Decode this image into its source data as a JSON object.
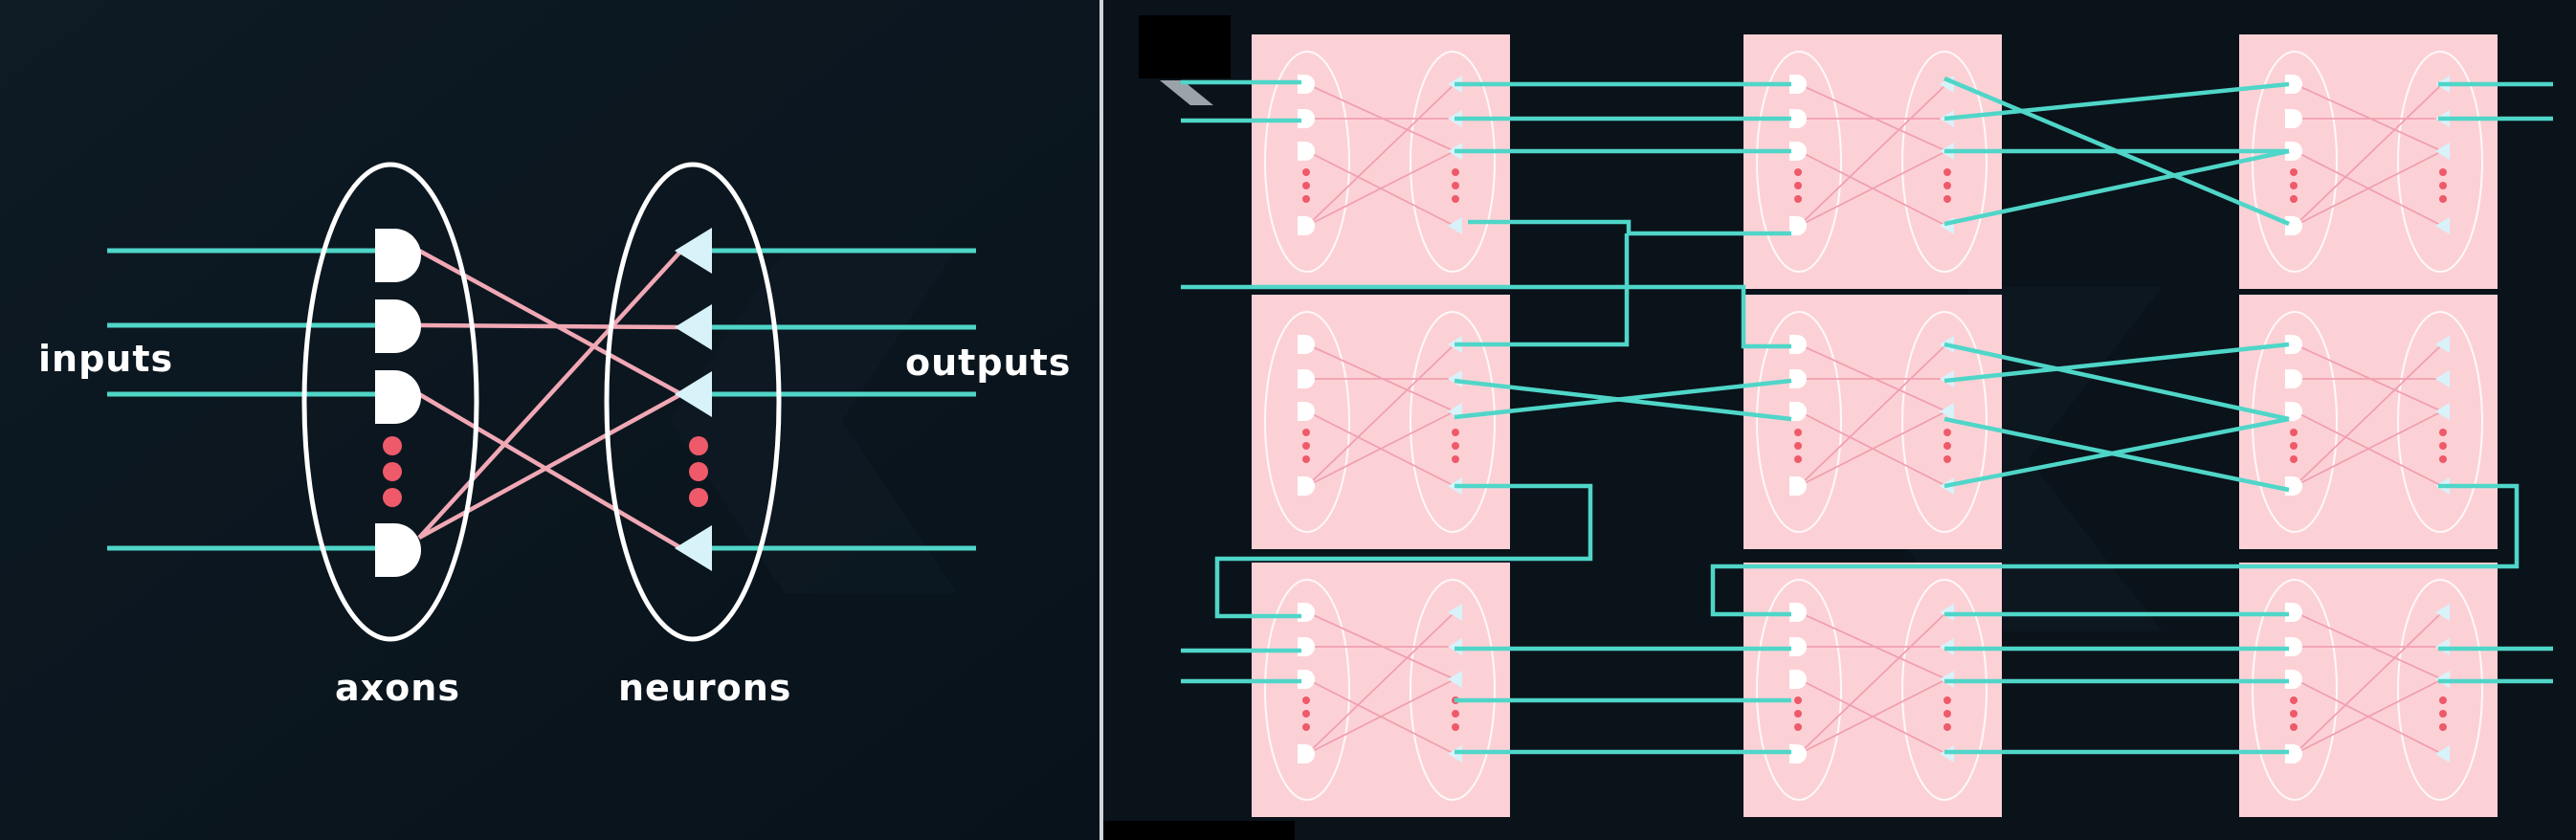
{
  "left_panel": {
    "label_inputs": "inputs",
    "label_outputs": "outputs",
    "label_axons": "axons",
    "label_neurons": "neurons"
  },
  "right_panel": {
    "grid_columns": 3,
    "grid_rows": 3
  },
  "colors": {
    "background": "#0a121a",
    "wire": "#4fd6c8",
    "synapse": "#f0a8b4",
    "core_fill": "#fcd1d6",
    "dots": "#ee5a6a",
    "neuron": "#d8f2fa",
    "axon": "#ffffff"
  },
  "icons": {
    "axon": "axon-gate-icon",
    "neuron": "neuron-triangle-icon"
  }
}
